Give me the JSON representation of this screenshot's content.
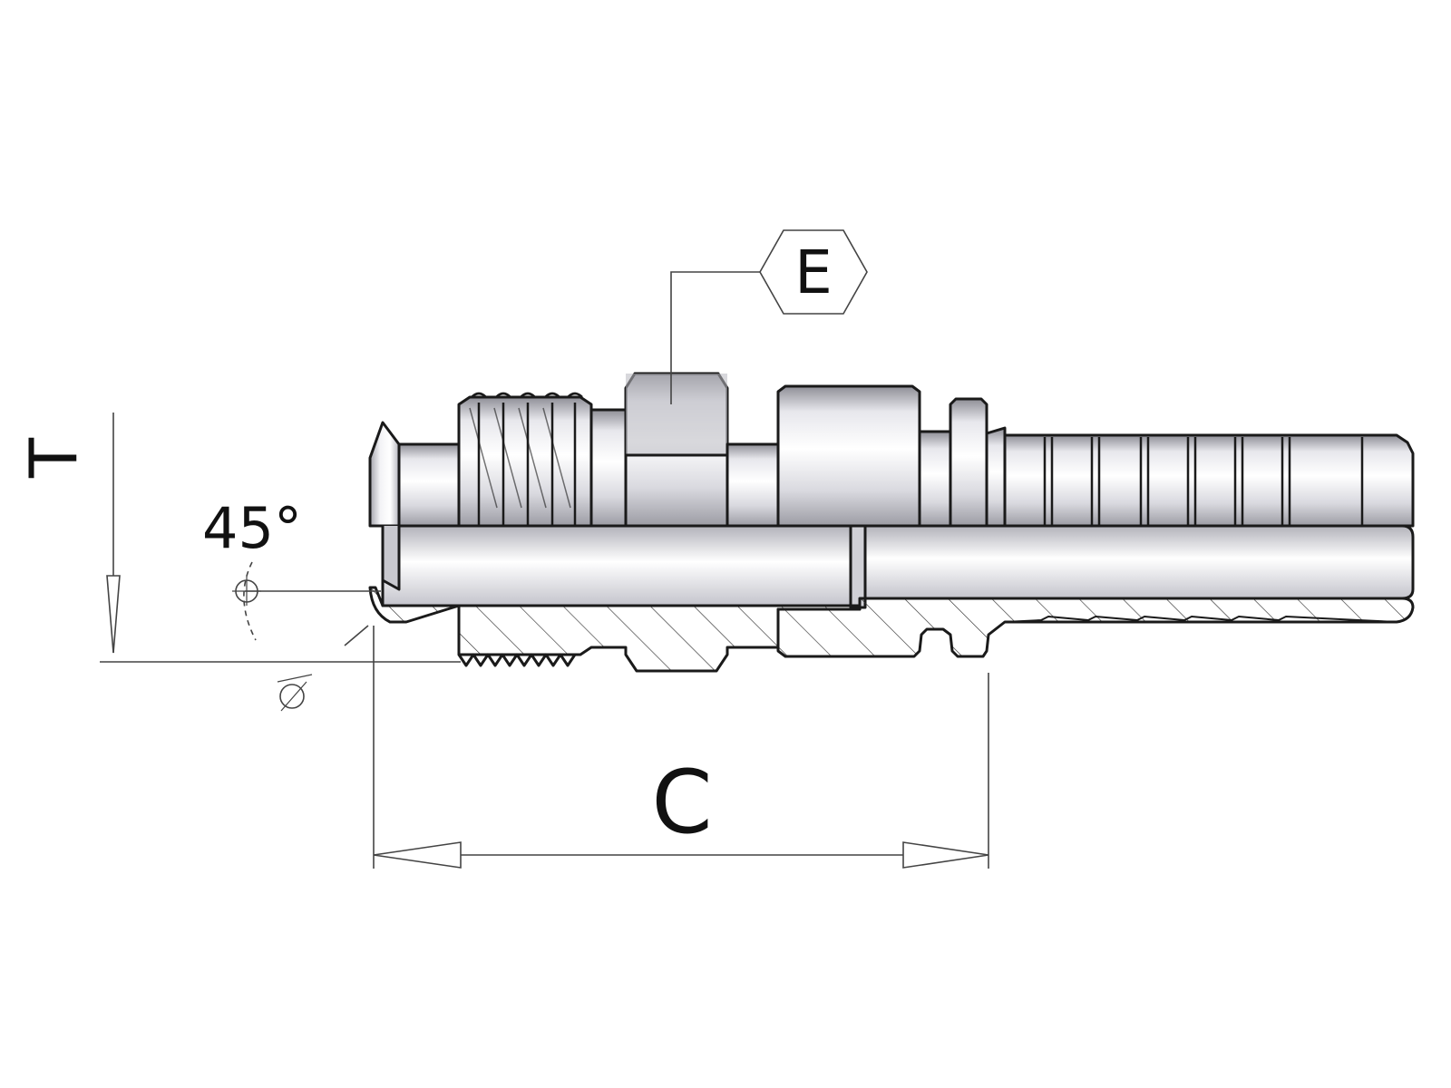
{
  "labels": {
    "thread": "T",
    "angle": "45°",
    "hex": "E",
    "length": "C"
  }
}
